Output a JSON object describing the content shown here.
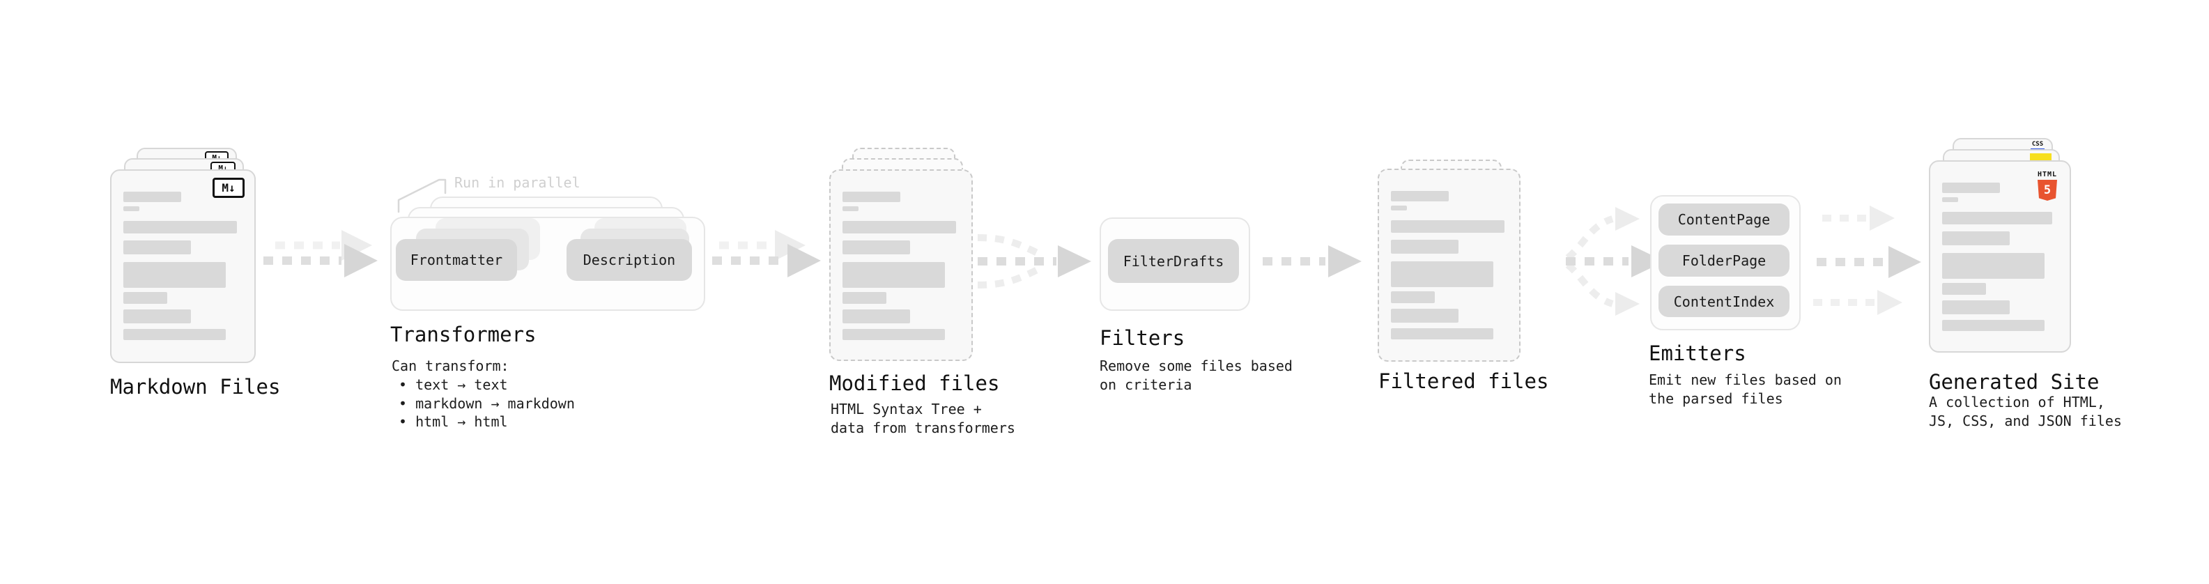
{
  "stages": {
    "markdown": {
      "label": "Markdown Files",
      "icon": "M↓"
    },
    "transformers": {
      "label": "Transformers",
      "annotation": "Run in parallel",
      "buttons": {
        "frontmatter": "Frontmatter",
        "description": "Description"
      },
      "desc": "Can transform:",
      "bullets": [
        "• text → text",
        "• markdown → markdown",
        "• html → html"
      ]
    },
    "modified": {
      "label": "Modified files",
      "desc": [
        "HTML Syntax Tree +",
        "data from transformers"
      ]
    },
    "filters": {
      "label": "Filters",
      "button": "FilterDrafts",
      "desc": [
        "Remove some files based",
        "on criteria"
      ]
    },
    "filtered": {
      "label": "Filtered files"
    },
    "emitters": {
      "label": "Emitters",
      "buttons": [
        "ContentPage",
        "FolderPage",
        "ContentIndex"
      ],
      "desc": [
        "Emit new files based on",
        "the parsed files"
      ]
    },
    "generated": {
      "label": "Generated Site",
      "desc": [
        "A collection of HTML,",
        "JS, CSS, and JSON files"
      ],
      "badges": {
        "html_text": "HTML",
        "html_num": "5",
        "css": "CSS"
      }
    }
  },
  "colors": {
    "html5_orange": "#e8542f",
    "js_yellow": "#f7df1e",
    "css_blue": "#2d53e5"
  }
}
